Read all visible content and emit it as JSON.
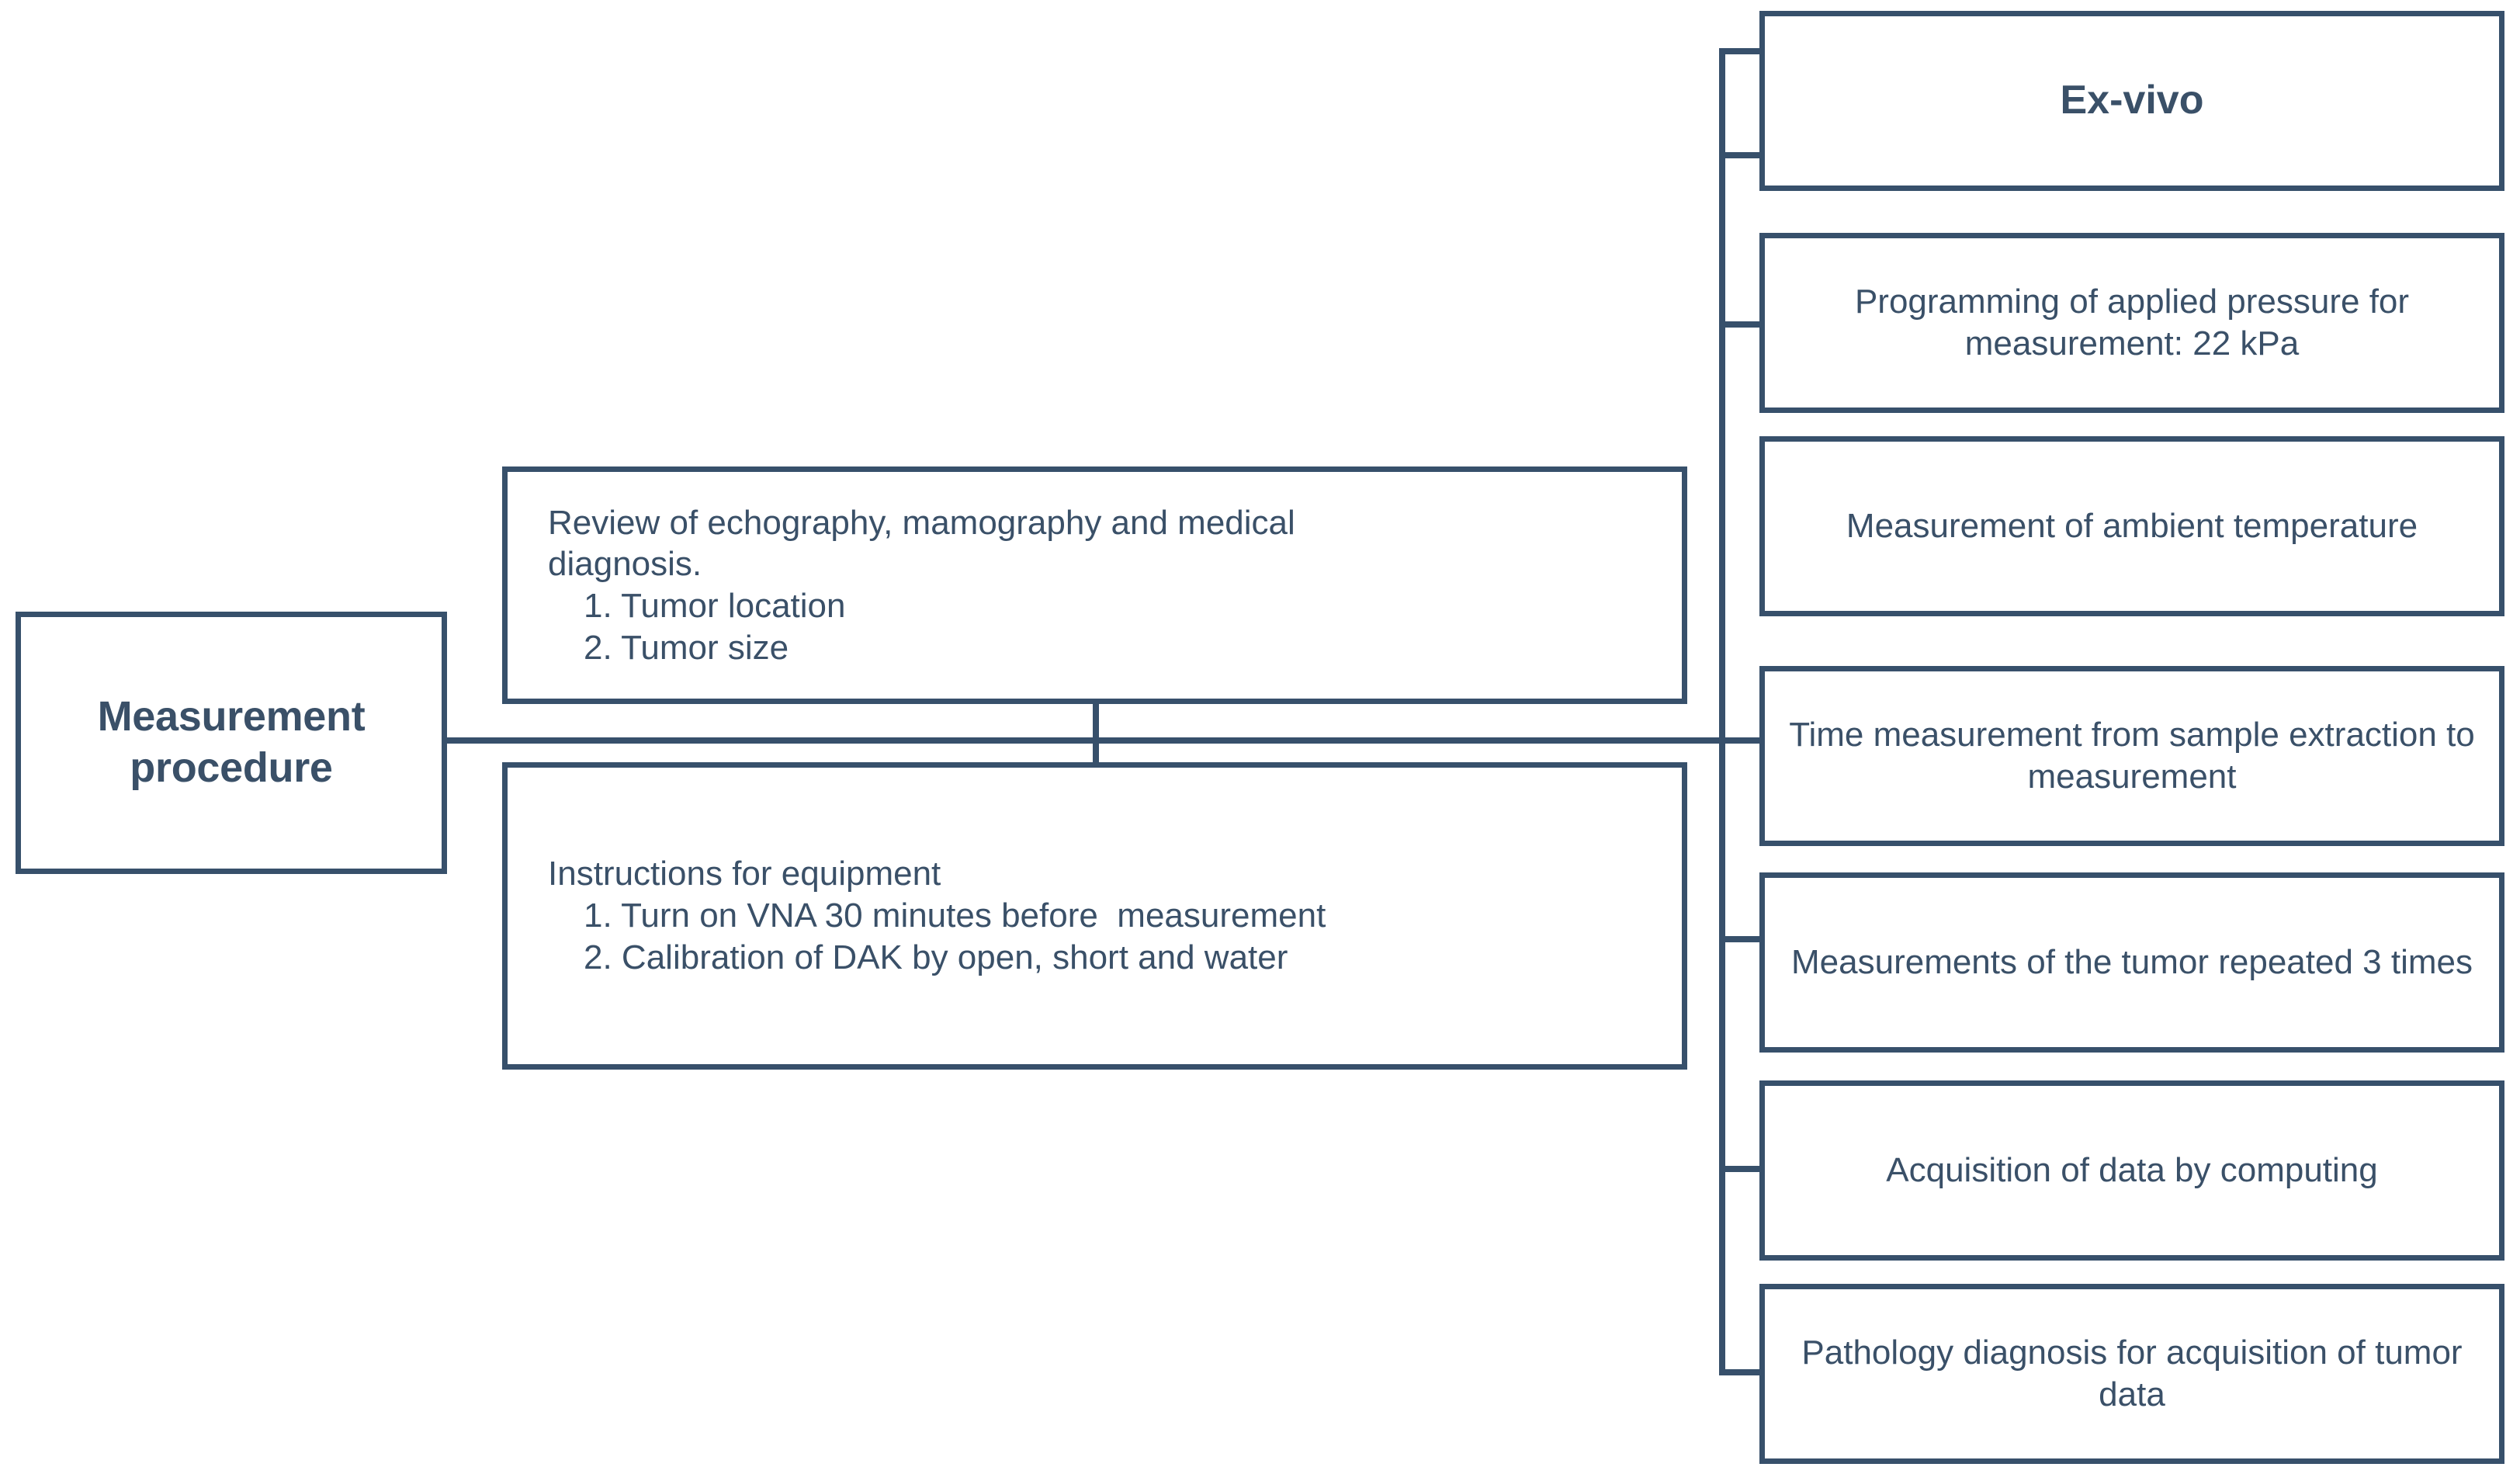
{
  "diagram": {
    "title": "Measurement procedure flowchart",
    "colors": {
      "border": "#37506B",
      "text": "#3A5068",
      "background": "#FFFFFF"
    },
    "root": {
      "label_line_1": "Measurement",
      "label_line_2": "procedure"
    },
    "middle_nodes": [
      {
        "id": "review",
        "lines": [
          "Review of echography, mamography and medical",
          "diagnosis.",
          "1. Tumor location",
          "2. Tumor size"
        ],
        "indented": [
          false,
          false,
          true,
          true
        ]
      },
      {
        "id": "instructions",
        "lines": [
          "Instructions for equipment",
          "1. Turn on VNA 30 minutes before  measurement",
          "2. Calibration of DAK by open, short and water"
        ],
        "indented": [
          false,
          true,
          true
        ]
      }
    ],
    "right_nodes": [
      {
        "id": "ex-vivo",
        "label": "Ex-vivo",
        "bold": true
      },
      {
        "id": "applied-pressure",
        "label": "Programming of applied pressure for measurement: 22 kPa",
        "bold": false
      },
      {
        "id": "ambient-temperature",
        "label": "Measurement of ambient temperature",
        "bold": false
      },
      {
        "id": "time-measurement",
        "label": "Time measurement from sample extraction to measurement",
        "bold": false
      },
      {
        "id": "tumor-repeats",
        "label": "Measurements of the tumor repeated 3 times",
        "bold": false
      },
      {
        "id": "data-acquisition",
        "label": "Acquisition of data by computing",
        "bold": false
      },
      {
        "id": "pathology-diagnosis",
        "label": "Pathology diagnosis for acquisition of tumor data",
        "bold": false
      }
    ]
  }
}
